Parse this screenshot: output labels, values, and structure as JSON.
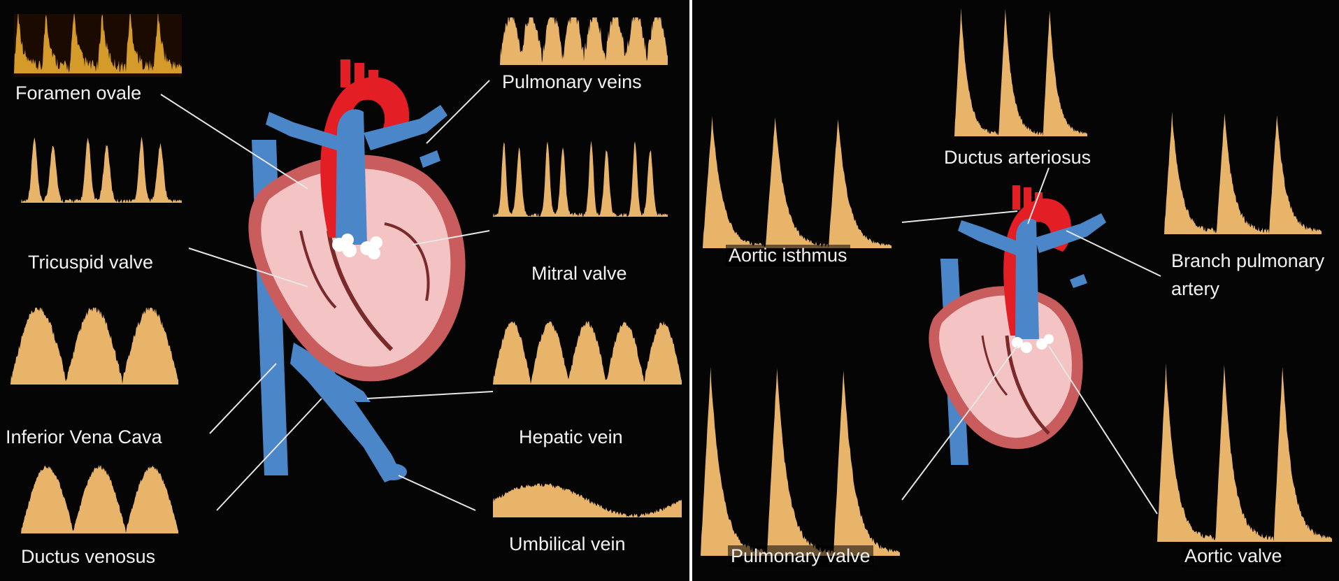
{
  "colors": {
    "background": "#000000",
    "doppler_trace": "#e8b46a",
    "doppler_core": "#f7dfb0",
    "color_doppler_trace": "#d4a020",
    "aorta_red": "#e31e24",
    "vessel_blue": "#4a86c8",
    "heart_pink": "#f4c3c3",
    "myocardium": "#c95c5c",
    "leader_line": "#e6e6e6",
    "label_text": "#f2f2f2",
    "divider": "#ffffff"
  },
  "left_panel": {
    "labels": {
      "foramen_ovale": "Foramen ovale",
      "tricuspid_valve": "Tricuspid valve",
      "inferior_vena_cava": "Inferior Vena Cava",
      "ductus_venosus": "Ductus venosus",
      "pulmonary_veins": "Pulmonary veins",
      "mitral_valve": "Mitral valve",
      "hepatic_vein": "Hepatic vein",
      "umbilical_vein": "Umbilical vein"
    }
  },
  "right_panel": {
    "labels": {
      "ductus_arteriosus": "Ductus arteriosus",
      "aortic_isthmus": "Aortic isthmus",
      "branch_pulmonary_artery_line1": "Branch pulmonary",
      "branch_pulmonary_artery_line2": "artery",
      "pulmonary_valve": "Pulmonary valve",
      "aortic_valve": "Aortic valve"
    }
  }
}
